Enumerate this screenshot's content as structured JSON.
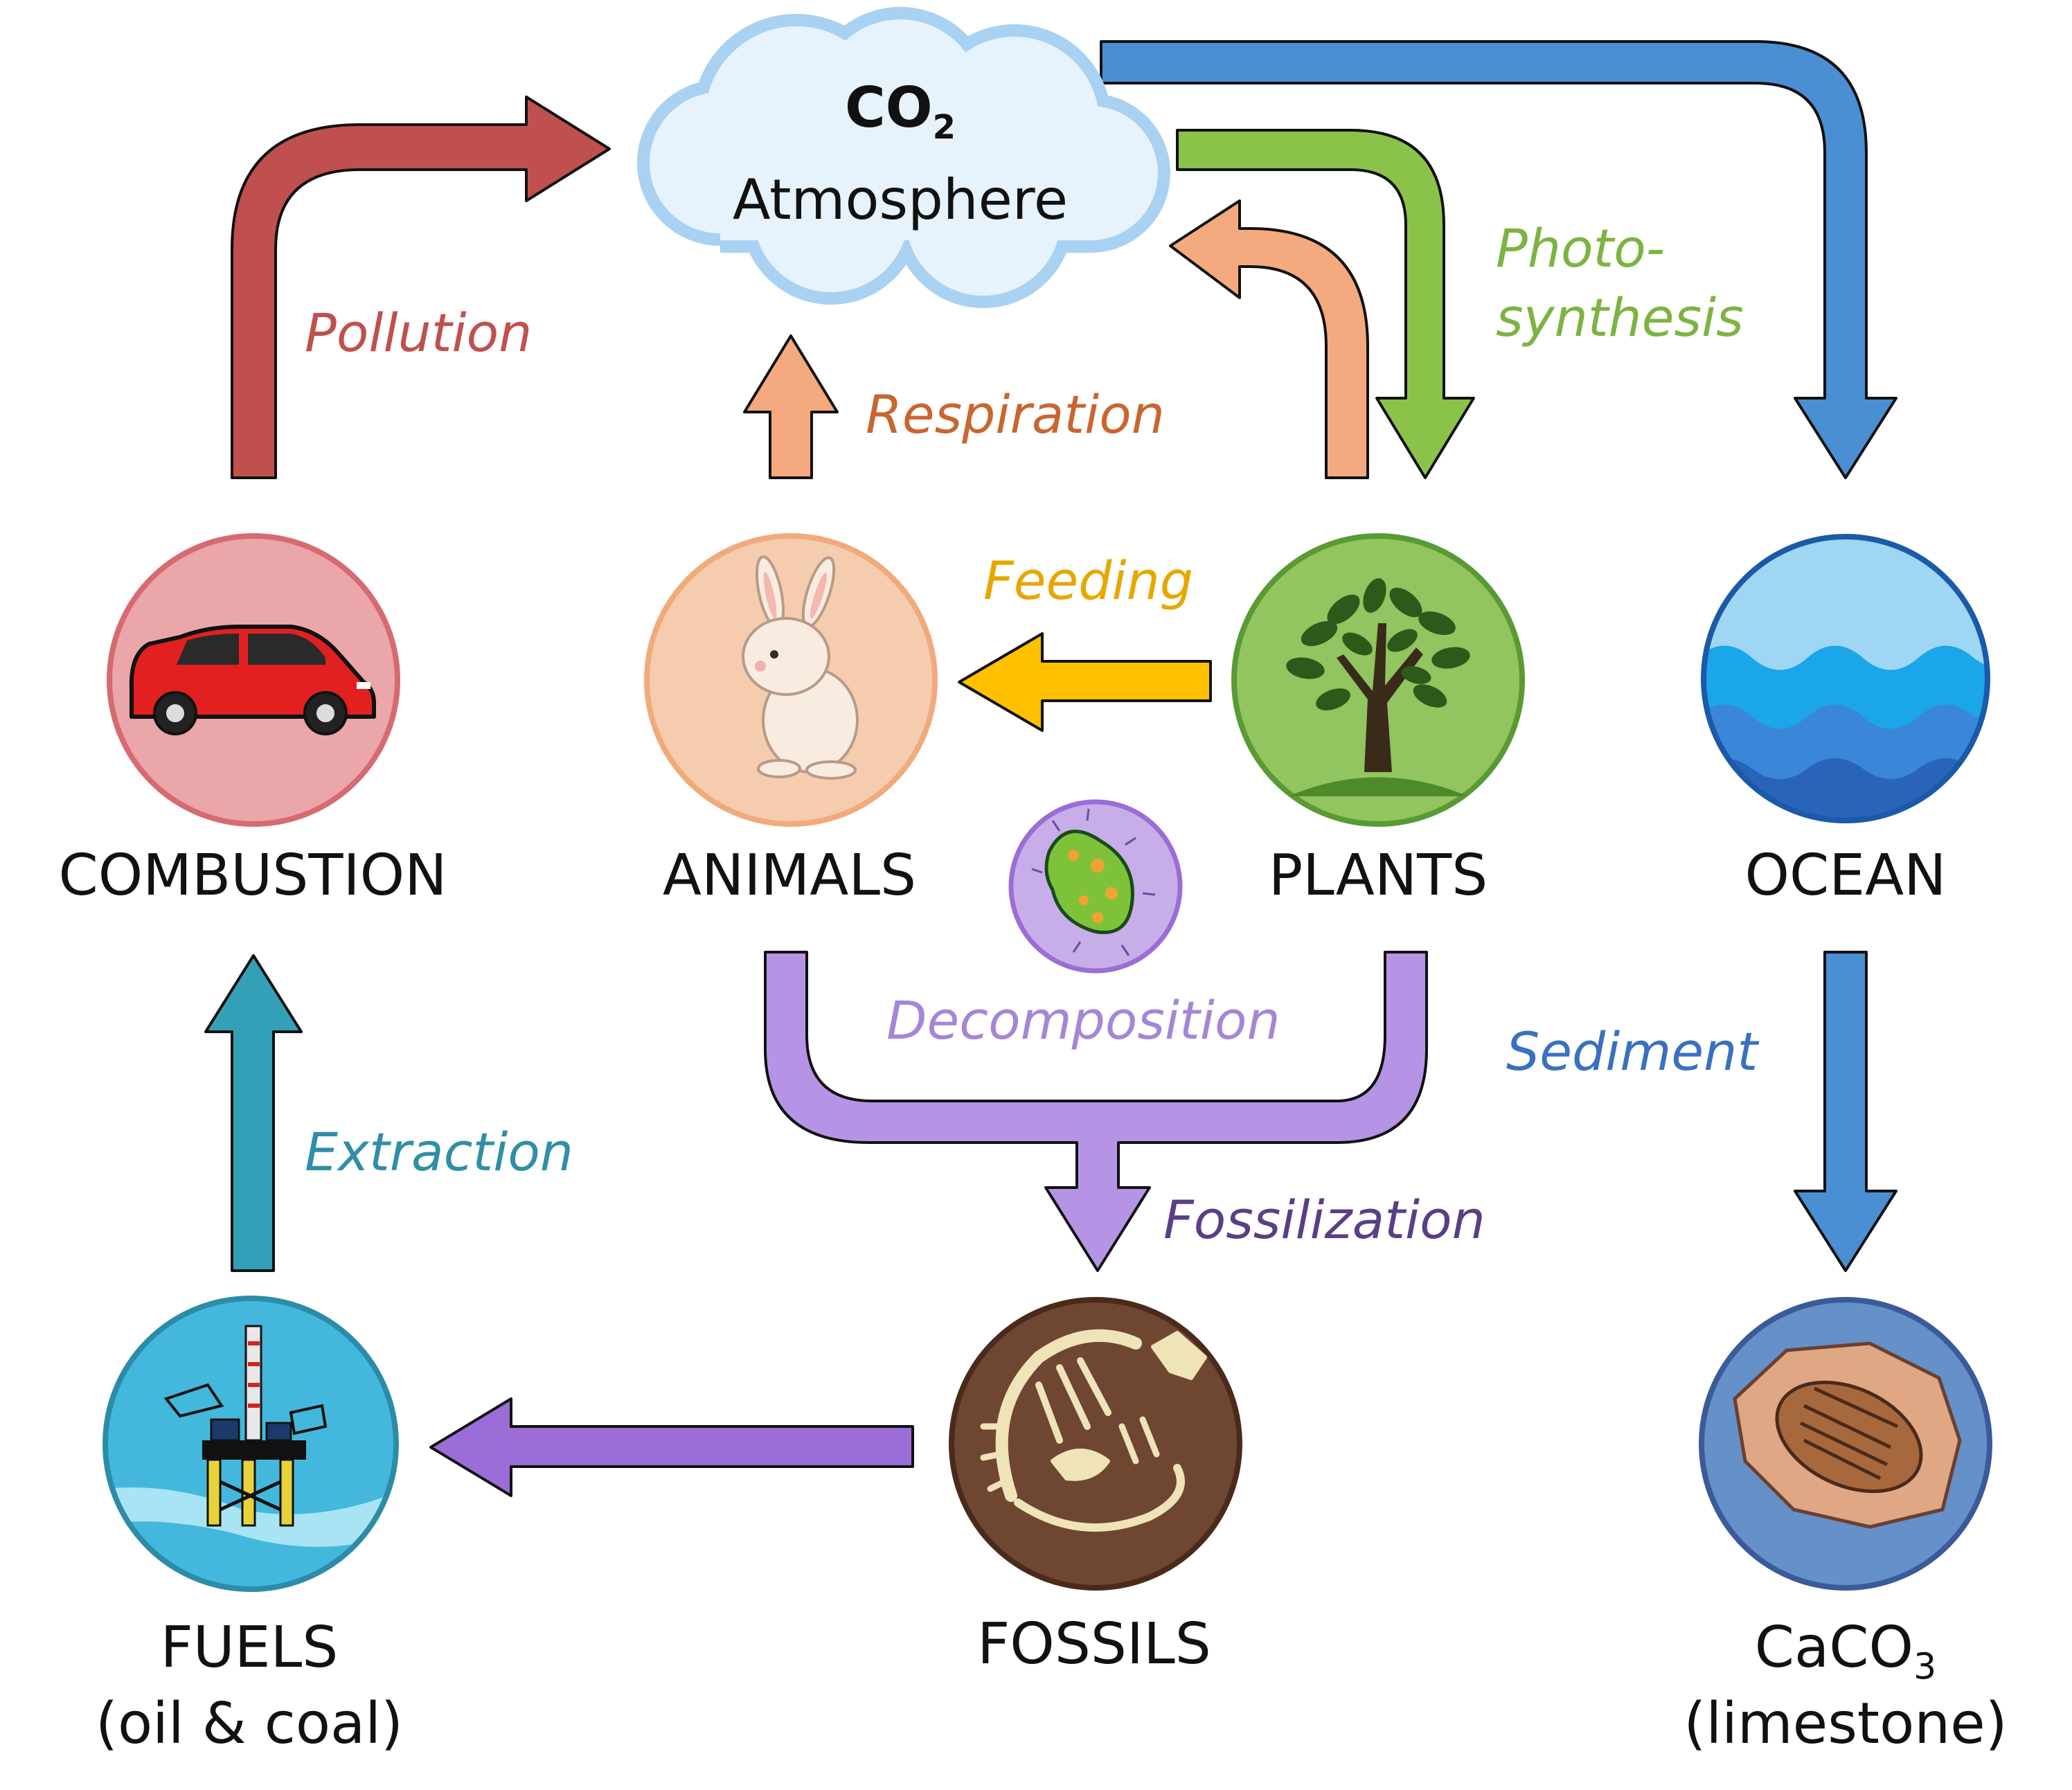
{
  "atmosphere": {
    "formula": "CO",
    "formula_sub": "2",
    "label": "Atmosphere"
  },
  "nodes": {
    "combustion": "COMBUSTION",
    "animals": "ANIMALS",
    "plants": "PLANTS",
    "ocean": "OCEAN",
    "fuels": "FUELS",
    "fuels_sub": "(oil & coal)",
    "fossils": "FOSSILS",
    "limestone_formula": "CaCO",
    "limestone_formula_sub": "3",
    "limestone_sub": "(limestone)"
  },
  "processes": {
    "pollution": "Pollution",
    "respiration": "Respiration",
    "photosynthesis_1": "Photo-",
    "photosynthesis_2": "synthesis",
    "feeding": "Feeding",
    "decomposition": "Decomposition",
    "sediment": "Sediment",
    "extraction": "Extraction",
    "fossilization": "Fossilization"
  },
  "icons": {
    "combustion": "car-icon",
    "animals": "rabbit-icon",
    "plants": "tree-icon",
    "ocean": "waves-icon",
    "bacteria": "bacteria-icon",
    "fuels": "oil-rig-icon",
    "fossils": "dinosaur-fossil-icon",
    "limestone": "trilobite-icon"
  },
  "colors": {
    "pollution": "#c0504d",
    "respiration": "#f4a97f",
    "photosynthesis": "#8bc34a",
    "ocean": "#4a8fd4",
    "feeding": "#ffc000",
    "decomposition": "#b594e6",
    "extraction": "#34a0b8",
    "fossil_arrow": "#9b6dd6"
  }
}
